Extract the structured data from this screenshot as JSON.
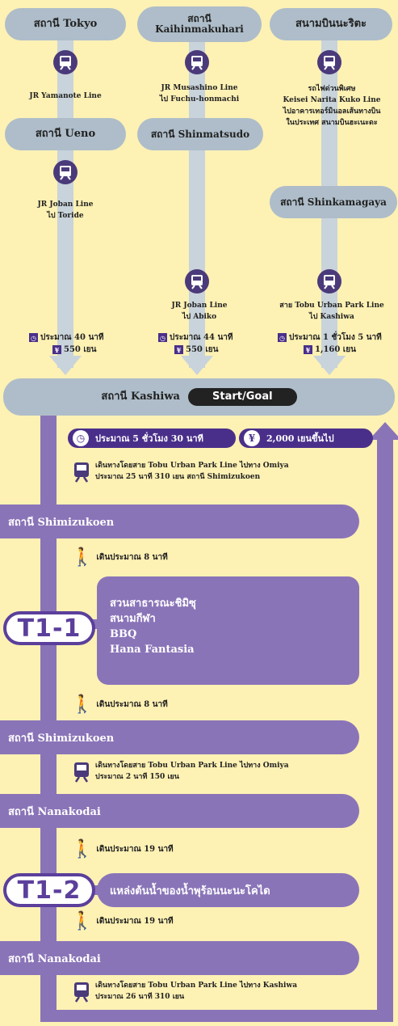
{
  "origins": {
    "tokyo": {
      "title": "สถานี Tokyo",
      "line": "JR Yamanote Line",
      "station2": "สถานี Ueno",
      "line2": "JR Joban Line",
      "dir2": "ไป Toride",
      "time": "ประมาณ 40 นาที",
      "fare": "550 เยน"
    },
    "kaihin": {
      "title_top": "สถานี",
      "title_bottom": "Kaihinmakuhari",
      "line": "JR Musashino Line",
      "dir": "ไป Fuchu-honmachi",
      "station2": "สถานี Shinmatsudo",
      "line2": "JR Joban Line",
      "dir2": "ไป Abiko",
      "time": "ประมาณ 44 นาที",
      "fare": "550 เยน"
    },
    "narita": {
      "title": "สนามบินนะริตะ",
      "l1": "รถไฟด่วนพิเศษ",
      "l2": "Keisei Narita Kuko Line",
      "l3": "ไปอาคารเทอร์มินอลเส้นทางบิน",
      "l4": "ในประเทศ สนามบินฮะเนะดะ",
      "station2": "สถานี Shinkamagaya",
      "line2": "สาย Tobu Urban Park Line",
      "dir2": "ไป Kashiwa",
      "time": "ประมาณ 1 ชั่วโมง 5 นาที",
      "fare": "1,160 เยน"
    }
  },
  "kashiwa": {
    "title": "สถานี Kashiwa",
    "badge": "Start/Goal"
  },
  "summary": {
    "time": "ประมาณ 5 ชั่วโมง 30 นาที",
    "cost": "2,000 เยนขึ้นไป"
  },
  "steps": [
    {
      "l1": "เดินทางโดยสาย Tobu Urban Park Line ไปทาง Omiya",
      "l2": "ประมาณ 25 นาที 310 เยน สถานี Shimizukoen"
    },
    {
      "l1": "เดินทางโดยสาย Tobu Urban Park Line ไปทาง Omiya",
      "l2": "ประมาณ 2 นาที 150 เยน"
    },
    {
      "l1": "เดินทางโดยสาย Tobu Urban Park Line ไปทาง Kashiwa",
      "l2": "ประมาณ 26 นาที 310 เยน"
    }
  ],
  "stations": {
    "s1": "สถานี Shimizukoen",
    "s2": "สถานี Shimizukoen",
    "s3": "สถานี Nanakodai",
    "s4": "สถานี Nanakodai"
  },
  "walks": {
    "w1": "เดินประมาณ 8 นาที",
    "w2": "เดินประมาณ 8 นาที",
    "w3": "เดินประมาณ 19 นาที",
    "w4": "เดินประมาณ 19 นาที"
  },
  "t1": {
    "tag": "T1-1",
    "lines": [
      "สวนสาธารณะชิมิซุ",
      "สนามกีฬา",
      "BBQ",
      "Hana Fantasia"
    ]
  },
  "t2": {
    "tag": "T1-2",
    "label": "แหล่งต้นน้ำของน้ำพุร้อนนะนะโคได"
  },
  "colors": {
    "purple": "#8a74b8",
    "dark_purple": "#5b3f9b",
    "grey": "#aebdc9",
    "bg": "#fdf1b4"
  }
}
